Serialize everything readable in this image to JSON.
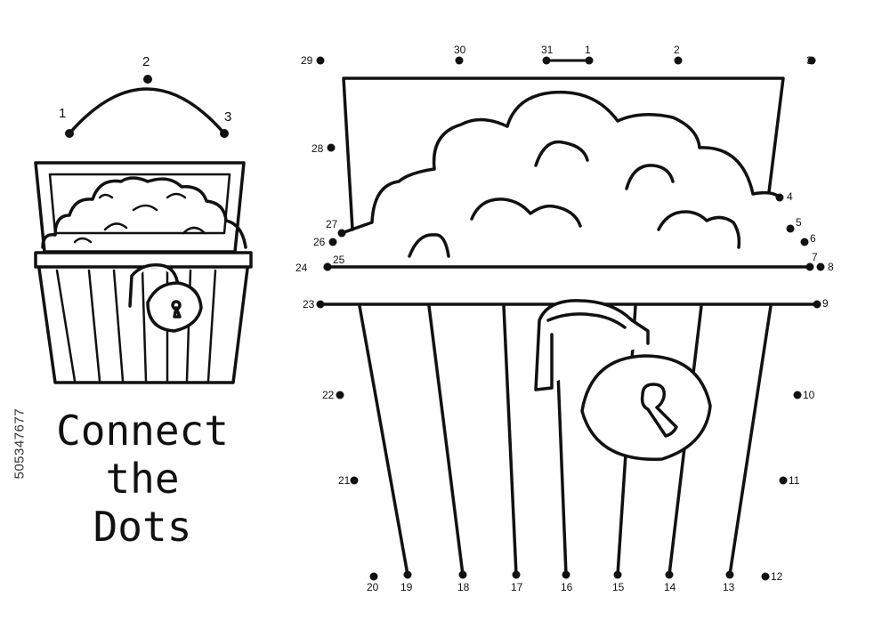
{
  "title": [
    "Connect",
    "the",
    "Dots"
  ],
  "stock_id": "505347677",
  "example_dots": [
    "1",
    "2",
    "3"
  ],
  "dots": [
    "1",
    "2",
    "3",
    "4",
    "5",
    "6",
    "7",
    "8",
    "9",
    "10",
    "11",
    "12",
    "13",
    "14",
    "15",
    "16",
    "17",
    "18",
    "19",
    "20",
    "21",
    "22",
    "23",
    "24",
    "25",
    "26",
    "27",
    "28",
    "29",
    "30",
    "31"
  ],
  "colors": {
    "ink": "#111111",
    "paper": "#ffffff"
  }
}
